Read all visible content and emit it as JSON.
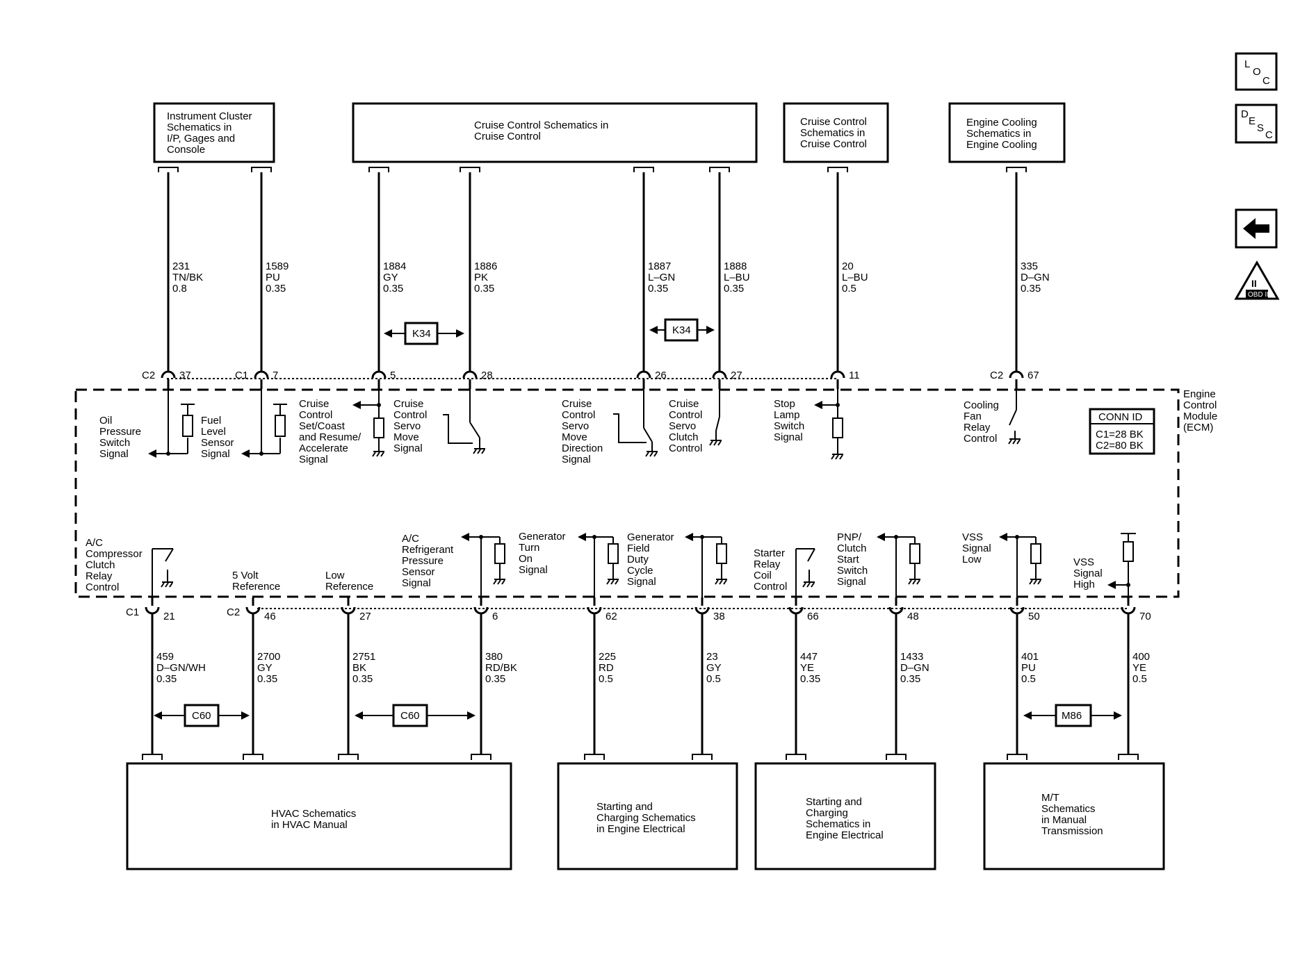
{
  "top_boxes": {
    "instrument_cluster": [
      "Instrument Cluster",
      "Schematics in",
      "I/P, Gages and",
      "Console"
    ],
    "cruise_control_main": [
      "Cruise Control Schematics in",
      "Cruise Control"
    ],
    "cruise_control_small": [
      "Cruise Control",
      "Schematics in",
      "Cruise Control"
    ],
    "engine_cooling": [
      "Engine Cooling",
      "Schematics in",
      "Engine Cooling"
    ]
  },
  "bottom_boxes": {
    "hvac": [
      "HVAC Schematics",
      "in HVAC Manual"
    ],
    "starting_charging_1": [
      "Starting and",
      "Charging Schematics",
      "in Engine Electrical"
    ],
    "starting_charging_2": [
      "Starting and",
      "Charging",
      "Schematics in",
      "Engine Electrical"
    ],
    "mt": [
      "M/T",
      "Schematics",
      "in Manual",
      "Transmission"
    ]
  },
  "top_wires": [
    {
      "circuit": "231",
      "color": "TN/BK",
      "gauge": "0.8",
      "conn": "C2",
      "pin": "37"
    },
    {
      "circuit": "1589",
      "color": "PU",
      "gauge": "0.35",
      "conn": "C1",
      "pin": "7"
    },
    {
      "circuit": "1884",
      "color": "GY",
      "gauge": "0.35",
      "conn": "",
      "pin": "5"
    },
    {
      "circuit": "1886",
      "color": "PK",
      "gauge": "0.35",
      "conn": "",
      "pin": "28"
    },
    {
      "circuit": "1887",
      "color": "L–GN",
      "gauge": "0.35",
      "conn": "",
      "pin": "26"
    },
    {
      "circuit": "1888",
      "color": "L–BU",
      "gauge": "0.35",
      "conn": "",
      "pin": "27"
    },
    {
      "circuit": "20",
      "color": "L–BU",
      "gauge": "0.5",
      "conn": "",
      "pin": "11"
    },
    {
      "circuit": "335",
      "color": "D–GN",
      "gauge": "0.35",
      "conn": "C2",
      "pin": "67"
    }
  ],
  "bottom_wires": [
    {
      "circuit": "459",
      "color": "D–GN/WH",
      "gauge": "0.35",
      "conn": "C1",
      "pin": "21"
    },
    {
      "circuit": "2700",
      "color": "GY",
      "gauge": "0.35",
      "conn": "C2",
      "pin": "46"
    },
    {
      "circuit": "2751",
      "color": "BK",
      "gauge": "0.35",
      "conn": "",
      "pin": "27"
    },
    {
      "circuit": "380",
      "color": "RD/BK",
      "gauge": "0.35",
      "conn": "",
      "pin": "6"
    },
    {
      "circuit": "225",
      "color": "RD",
      "gauge": "0.5",
      "conn": "",
      "pin": "62"
    },
    {
      "circuit": "23",
      "color": "GY",
      "gauge": "0.5",
      "conn": "",
      "pin": "38"
    },
    {
      "circuit": "447",
      "color": "YE",
      "gauge": "0.35",
      "conn": "",
      "pin": "66"
    },
    {
      "circuit": "1433",
      "color": "D–GN",
      "gauge": "0.35",
      "conn": "",
      "pin": "48"
    },
    {
      "circuit": "401",
      "color": "PU",
      "gauge": "0.5",
      "conn": "",
      "pin": "50"
    },
    {
      "circuit": "400",
      "color": "YE",
      "gauge": "0.5",
      "conn": "",
      "pin": "70"
    }
  ],
  "option_tags": {
    "k34_left": "K34",
    "k34_right": "K34",
    "c60_left": "C60",
    "c60_right": "C60",
    "m86": "M86"
  },
  "ecm": {
    "label": [
      "Engine",
      "Control",
      "Module",
      "(ECM)"
    ],
    "conn_id_title": "CONN ID",
    "conn_id_lines": [
      "C1=28 BK",
      "C2=80 BK"
    ]
  },
  "signals_top": {
    "oil_pressure": [
      "Oil",
      "Pressure",
      "Switch",
      "Signal"
    ],
    "fuel_level": [
      "Fuel",
      "Level",
      "Sensor",
      "Signal"
    ],
    "cruise_set": [
      "Cruise",
      "Control",
      "Set/Coast",
      "and Resume/",
      "Accelerate",
      "Signal"
    ],
    "servo_move": [
      "Cruise",
      "Control",
      "Servo",
      "Move",
      "Signal"
    ],
    "servo_direction": [
      "Cruise",
      "Control",
      "Servo",
      "Move",
      "Direction",
      "Signal"
    ],
    "servo_clutch": [
      "Cruise",
      "Control",
      "Servo",
      "Clutch",
      "Control"
    ],
    "stop_lamp": [
      "Stop",
      "Lamp",
      "Switch",
      "Signal"
    ],
    "cooling_fan": [
      "Cooling",
      "Fan",
      "Relay",
      "Control"
    ]
  },
  "signals_bottom": {
    "ac_clutch": [
      "A/C",
      "Compressor",
      "Clutch",
      "Relay",
      "Control"
    ],
    "five_volt": [
      "5 Volt",
      "Reference"
    ],
    "low_ref": [
      "Low",
      "Reference"
    ],
    "ac_refrig": [
      "A/C",
      "Refrigerant",
      "Pressure",
      "Sensor",
      "Signal"
    ],
    "gen_turn_on": [
      "Generator",
      "Turn",
      "On",
      "Signal"
    ],
    "gen_field": [
      "Generator",
      "Field",
      "Duty",
      "Cycle",
      "Signal"
    ],
    "starter_relay": [
      "Starter",
      "Relay",
      "Coil",
      "Control"
    ],
    "pnp": [
      "PNP/",
      "Clutch",
      "Start",
      "Switch",
      "Signal"
    ],
    "vss_low": [
      "VSS",
      "Signal",
      "Low"
    ],
    "vss_high": [
      "VSS",
      "Signal",
      "High"
    ]
  },
  "nav": {
    "loc": [
      "L",
      "O",
      "C"
    ],
    "desc": [
      "D",
      "E",
      "S",
      "C"
    ],
    "back_icon": "left-arrow-icon",
    "obd_roman": "II",
    "obd_text": "OBD II"
  }
}
